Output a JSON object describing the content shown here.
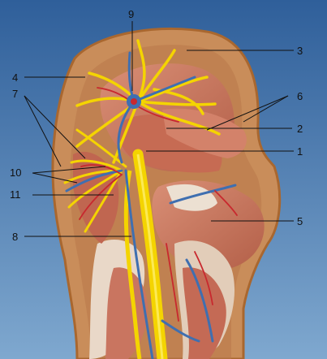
{
  "colors": {
    "background_top": "#2f5f9a",
    "background_bottom": "#6f9cc8",
    "fascia": "#c98d5a",
    "fascia_edge": "#a9672f",
    "muscle": "#c56f58",
    "muscle_light": "#d98f76",
    "tendon": "#e9d8c8",
    "nerve": "#f4d400",
    "vein": "#3f6fb0",
    "artery": "#c8282e",
    "leader": "#111111"
  },
  "labels": [
    {
      "id": "1",
      "text": "1"
    },
    {
      "id": "2",
      "text": "2"
    },
    {
      "id": "3",
      "text": "3"
    },
    {
      "id": "4",
      "text": "4"
    },
    {
      "id": "5",
      "text": "5"
    },
    {
      "id": "6",
      "text": "6"
    },
    {
      "id": "7",
      "text": "7"
    },
    {
      "id": "8",
      "text": "8"
    },
    {
      "id": "9",
      "text": "9"
    },
    {
      "id": "10",
      "text": "10"
    },
    {
      "id": "11",
      "text": "11"
    }
  ]
}
